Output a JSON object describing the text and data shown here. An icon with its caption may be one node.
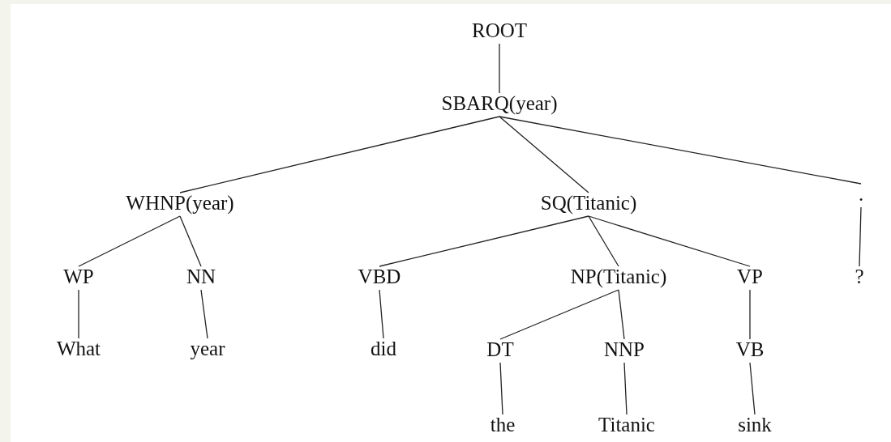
{
  "diagram": {
    "nodes": [
      {
        "text": [
          "ROOT"
        ]
      },
      {
        "text": [
          "SBARQ(year)"
        ]
      },
      {
        "text": [
          "WHNP(year)"
        ]
      },
      {
        "text": [
          "SQ(Titanic)"
        ]
      },
      {
        "text": [
          "."
        ]
      },
      {
        "text": [
          "WP"
        ]
      },
      {
        "text": [
          "NN"
        ]
      },
      {
        "text": [
          "VBD"
        ]
      },
      {
        "text": [
          "NP(Titanic)"
        ]
      },
      {
        "text": [
          "VP"
        ]
      },
      {
        "text": [
          "?"
        ]
      },
      {
        "text": [
          "What"
        ]
      },
      {
        "text": [
          "year"
        ]
      },
      {
        "text": [
          "did"
        ]
      },
      {
        "text": [
          "DT"
        ]
      },
      {
        "text": [
          "NNP"
        ]
      },
      {
        "text": [
          "VB"
        ]
      },
      {
        "text": [
          "the"
        ]
      },
      {
        "text": [
          "Titanic"
        ]
      },
      {
        "text": [
          "sink"
        ]
      }
    ],
    "edges": [
      {
        "from": 0,
        "to": 1,
        "arrow": "none"
      },
      {
        "from": 1,
        "to": 2,
        "arrow": "none"
      },
      {
        "from": 1,
        "to": 3,
        "arrow": "none"
      },
      {
        "from": 1,
        "to": 4,
        "arrow": "none"
      },
      {
        "from": 2,
        "to": 5,
        "arrow": "none"
      },
      {
        "from": 2,
        "to": 6,
        "arrow": "none"
      },
      {
        "from": 3,
        "to": 7,
        "arrow": "none"
      },
      {
        "from": 3,
        "to": 8,
        "arrow": "none"
      },
      {
        "from": 3,
        "to": 9,
        "arrow": "none"
      },
      {
        "from": 4,
        "to": 10,
        "arrow": "none"
      },
      {
        "from": 5,
        "to": 11,
        "arrow": "none"
      },
      {
        "from": 6,
        "to": 12,
        "arrow": "none"
      },
      {
        "from": 7,
        "to": 13,
        "arrow": "none"
      },
      {
        "from": 8,
        "to": 14,
        "arrow": "none"
      },
      {
        "from": 8,
        "to": 15,
        "arrow": "none"
      },
      {
        "from": 9,
        "to": 16,
        "arrow": "none"
      },
      {
        "from": 14,
        "to": 17,
        "arrow": "none"
      },
      {
        "from": 15,
        "to": 18,
        "arrow": "none"
      },
      {
        "from": 16,
        "to": 19,
        "arrow": "none"
      }
    ]
  }
}
